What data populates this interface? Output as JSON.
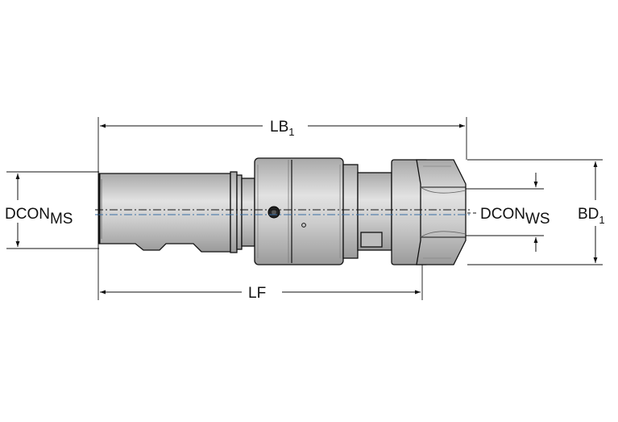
{
  "dimensions": {
    "lb": {
      "main": "LB",
      "sub": "1"
    },
    "lf": {
      "main": "LF"
    },
    "dcon_ms": {
      "main": "DCON",
      "sub": "MS"
    },
    "dcon_ws": {
      "main": "DCON",
      "sub": "WS"
    },
    "bd": {
      "main": "BD",
      "sub": "1"
    }
  },
  "colors": {
    "body_fill": "#cfcfcf",
    "body_dark": "#9e9e9e",
    "body_light": "#e4e4e4",
    "line": "#111111",
    "centerline": "#3a6ea5"
  }
}
